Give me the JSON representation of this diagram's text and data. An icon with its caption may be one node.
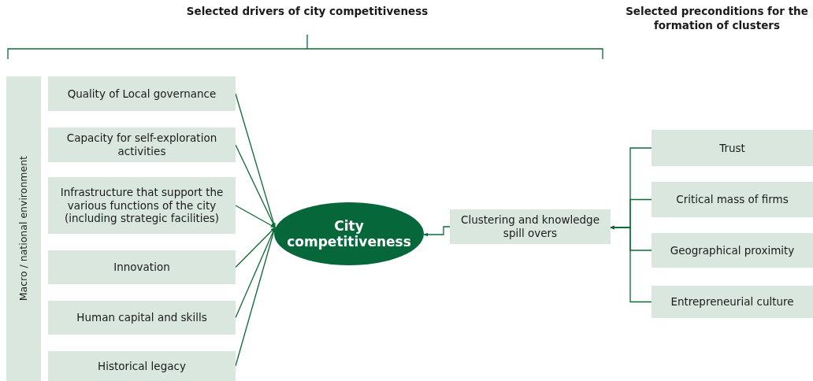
{
  "diagram": {
    "nodes": [
      {
        "text": [
          "Macro / national environment"
        ]
      },
      {
        "text": [
          "Quality of Local governance"
        ]
      },
      {
        "text": [
          "Capacity for self-exploration activities"
        ]
      },
      {
        "text": [
          "Infrastructure that support the various functions of the city (including strategic facilities)"
        ]
      },
      {
        "text": [
          "Innovation"
        ]
      },
      {
        "text": [
          "Human capital and skills"
        ]
      },
      {
        "text": [
          "Historical legacy"
        ]
      },
      {
        "text": [
          "City competitiveness"
        ]
      },
      {
        "text": [
          "Clustering and knowledge spill overs"
        ]
      },
      {
        "text": [
          "Trust"
        ]
      },
      {
        "text": [
          "Critical mass of firms"
        ]
      },
      {
        "text": [
          "Geographical proximity"
        ]
      },
      {
        "text": [
          "Entrepreneurial culture"
        ]
      }
    ],
    "edges": [
      {
        "from": 1,
        "to": 7,
        "arrow": "to"
      },
      {
        "from": 2,
        "to": 7,
        "arrow": "to"
      },
      {
        "from": 3,
        "to": 7,
        "arrow": "to"
      },
      {
        "from": 4,
        "to": 7,
        "arrow": "to"
      },
      {
        "from": 5,
        "to": 7,
        "arrow": "to"
      },
      {
        "from": 6,
        "to": 7,
        "arrow": "to"
      },
      {
        "from": 8,
        "to": 7,
        "arrow": "to"
      },
      {
        "from": 9,
        "to": 8,
        "arrow": "to"
      },
      {
        "from": 10,
        "to": 8,
        "arrow": "to"
      },
      {
        "from": 11,
        "to": 8,
        "arrow": "to"
      },
      {
        "from": 12,
        "to": 8,
        "arrow": "to"
      }
    ],
    "labels": [
      "Selected drivers of city competitiveness",
      "Selected preconditions for the formation of clusters"
    ]
  }
}
